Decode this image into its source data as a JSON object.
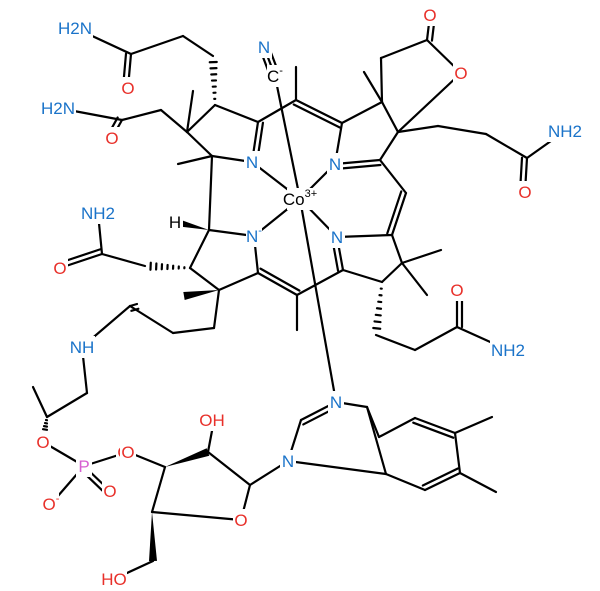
{
  "colors": {
    "bond": "#000000",
    "nitrogen": "#1a73c9",
    "oxygen": "#e8302a",
    "phosphorus": "#d65fd1",
    "cobalt": "#000000",
    "hydrogen": "#000000"
  },
  "atoms": [
    {
      "id": "co",
      "label": "Co",
      "charge": "3+",
      "element": "cobalt"
    },
    {
      "id": "n1",
      "label": "N",
      "charge": "",
      "element": "nitrogen"
    },
    {
      "id": "n2",
      "label": "N",
      "charge": "",
      "element": "nitrogen"
    },
    {
      "id": "n3",
      "label": "N",
      "charge": "-",
      "element": "nitrogen"
    },
    {
      "id": "n4",
      "label": "N",
      "charge": "",
      "element": "nitrogen"
    },
    {
      "id": "cn_n",
      "label": "N",
      "charge": "",
      "element": "nitrogen"
    },
    {
      "id": "cn_c",
      "label": "C",
      "charge": "-",
      "element": "hydrogen"
    },
    {
      "id": "am1_n",
      "label": "H2N",
      "charge": "",
      "element": "nitrogen"
    },
    {
      "id": "am1_o",
      "label": "O",
      "charge": "",
      "element": "oxygen"
    },
    {
      "id": "am2_n",
      "label": "H2N",
      "charge": "",
      "element": "nitrogen"
    },
    {
      "id": "am2_o",
      "label": "O",
      "charge": "",
      "element": "oxygen"
    },
    {
      "id": "am3_n",
      "label": "NH2",
      "charge": "",
      "element": "nitrogen"
    },
    {
      "id": "am3_o",
      "label": "O",
      "charge": "",
      "element": "oxygen"
    },
    {
      "id": "am4_n",
      "label": "NH2",
      "charge": "",
      "element": "nitrogen"
    },
    {
      "id": "am4_o",
      "label": "O",
      "charge": "",
      "element": "oxygen"
    },
    {
      "id": "am5_n",
      "label": "NH2",
      "charge": "",
      "element": "nitrogen"
    },
    {
      "id": "am5_o",
      "label": "O",
      "charge": "",
      "element": "oxygen"
    },
    {
      "id": "lac_o1",
      "label": "O",
      "charge": "",
      "element": "oxygen"
    },
    {
      "id": "lac_o2",
      "label": "O",
      "charge": "",
      "element": "oxygen"
    },
    {
      "id": "h_stereo",
      "label": "H",
      "charge": "",
      "element": "hydrogen"
    },
    {
      "id": "nh",
      "label": "NH",
      "charge": "",
      "element": "nitrogen"
    },
    {
      "id": "link_o",
      "label": "O",
      "charge": "",
      "element": "oxygen"
    },
    {
      "id": "p_o1",
      "label": "O",
      "charge": "",
      "element": "oxygen"
    },
    {
      "id": "p",
      "label": "P",
      "charge": "",
      "element": "phosphorus"
    },
    {
      "id": "p_o2",
      "label": "O",
      "charge": "",
      "element": "oxygen"
    },
    {
      "id": "p_o3",
      "label": "O",
      "charge": "-",
      "element": "oxygen"
    },
    {
      "id": "p_o4",
      "label": "O",
      "charge": "",
      "element": "oxygen"
    },
    {
      "id": "oh1",
      "label": "OH",
      "charge": "",
      "element": "oxygen"
    },
    {
      "id": "ring_o",
      "label": "O",
      "charge": "",
      "element": "oxygen"
    },
    {
      "id": "oh2",
      "label": "HO",
      "charge": "",
      "element": "oxygen"
    },
    {
      "id": "bz_n1",
      "label": "N",
      "charge": "",
      "element": "nitrogen"
    },
    {
      "id": "bz_n2",
      "label": "N",
      "charge": "",
      "element": "nitrogen"
    }
  ]
}
